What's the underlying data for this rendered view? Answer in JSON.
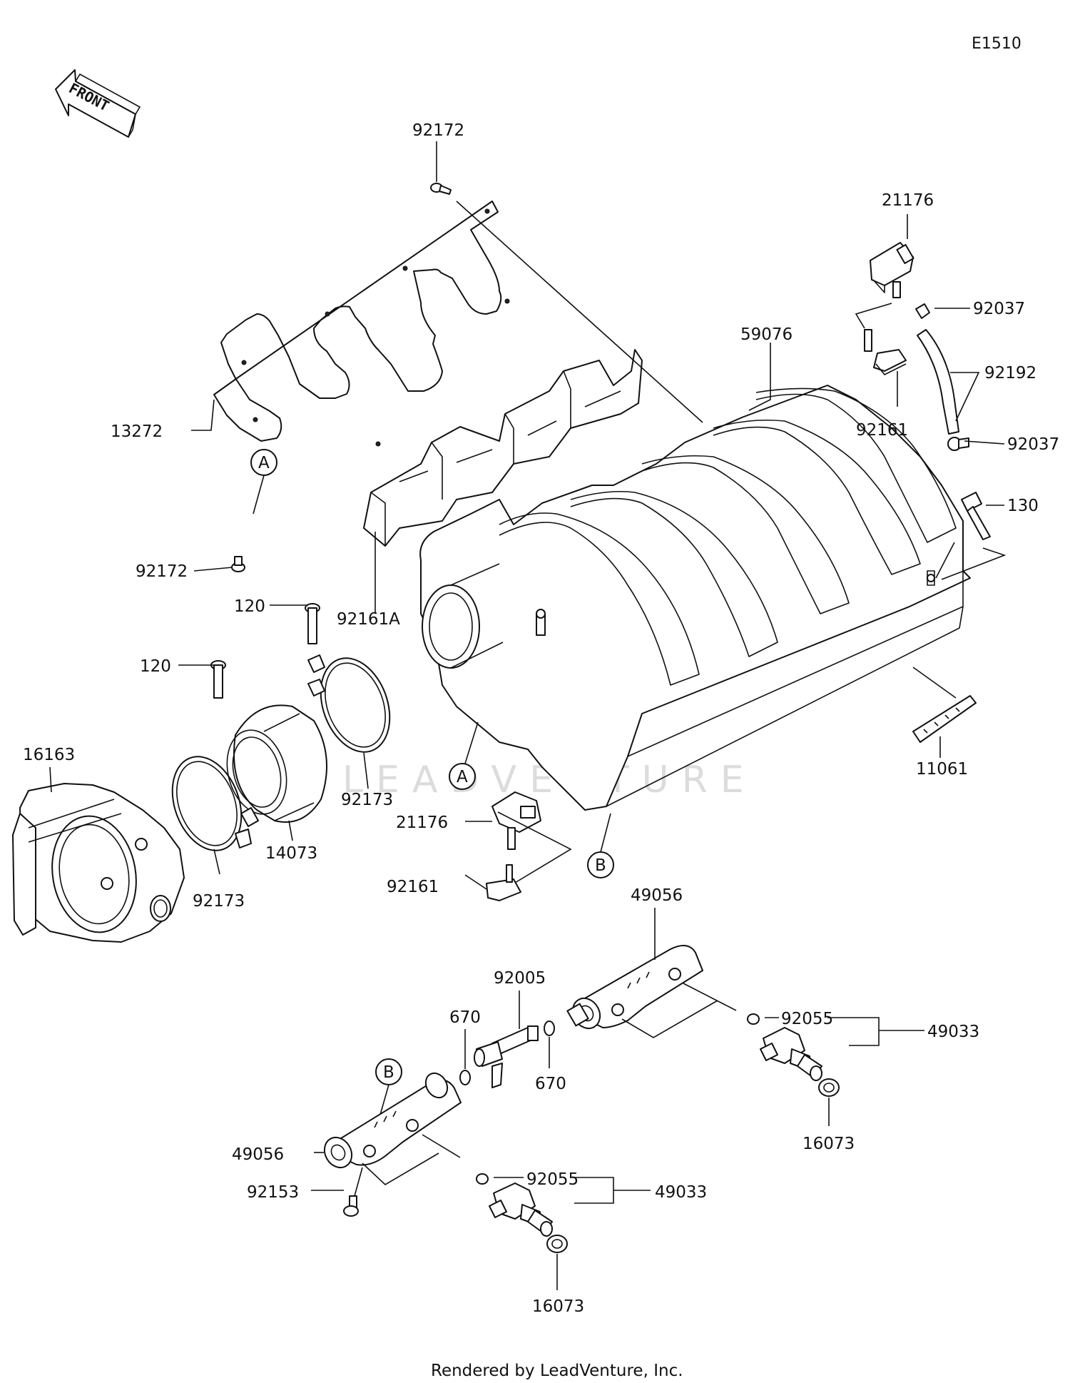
{
  "diagram_code": "E1510",
  "front_arrow_label": "FRONT",
  "watermark": "LEADVENTURE",
  "footer": "Rendered by LeadVenture, Inc.",
  "callouts": {
    "p92172_top": "92172",
    "p92172_bottom": "92172",
    "p13272": "13272",
    "p92161A": "92161A",
    "p59076": "59076",
    "p21176_top": "21176",
    "p92037_top": "92037",
    "p92192": "92192",
    "p92161_top": "92161",
    "p92037_mid": "92037",
    "p130": "130",
    "p11061": "11061",
    "p120_a": "120",
    "p120_b": "120",
    "p16163": "16163",
    "p92173_a": "92173",
    "p92173_b": "92173",
    "p14073": "14073",
    "p21176_mid": "21176",
    "p92161_mid": "92161",
    "p49056_top": "49056",
    "p92005": "92005",
    "p670_a": "670",
    "p670_b": "670",
    "p92055_a": "92055",
    "p49033_a": "49033",
    "p16073_a": "16073",
    "p49056_bottom": "49056",
    "p92153": "92153",
    "p92055_b": "92055",
    "p49033_b": "49033",
    "p16073_b": "16073"
  },
  "reference_markers": {
    "A_upper": "A",
    "A_lower": "A",
    "B_upper": "B",
    "B_lower": "B"
  }
}
